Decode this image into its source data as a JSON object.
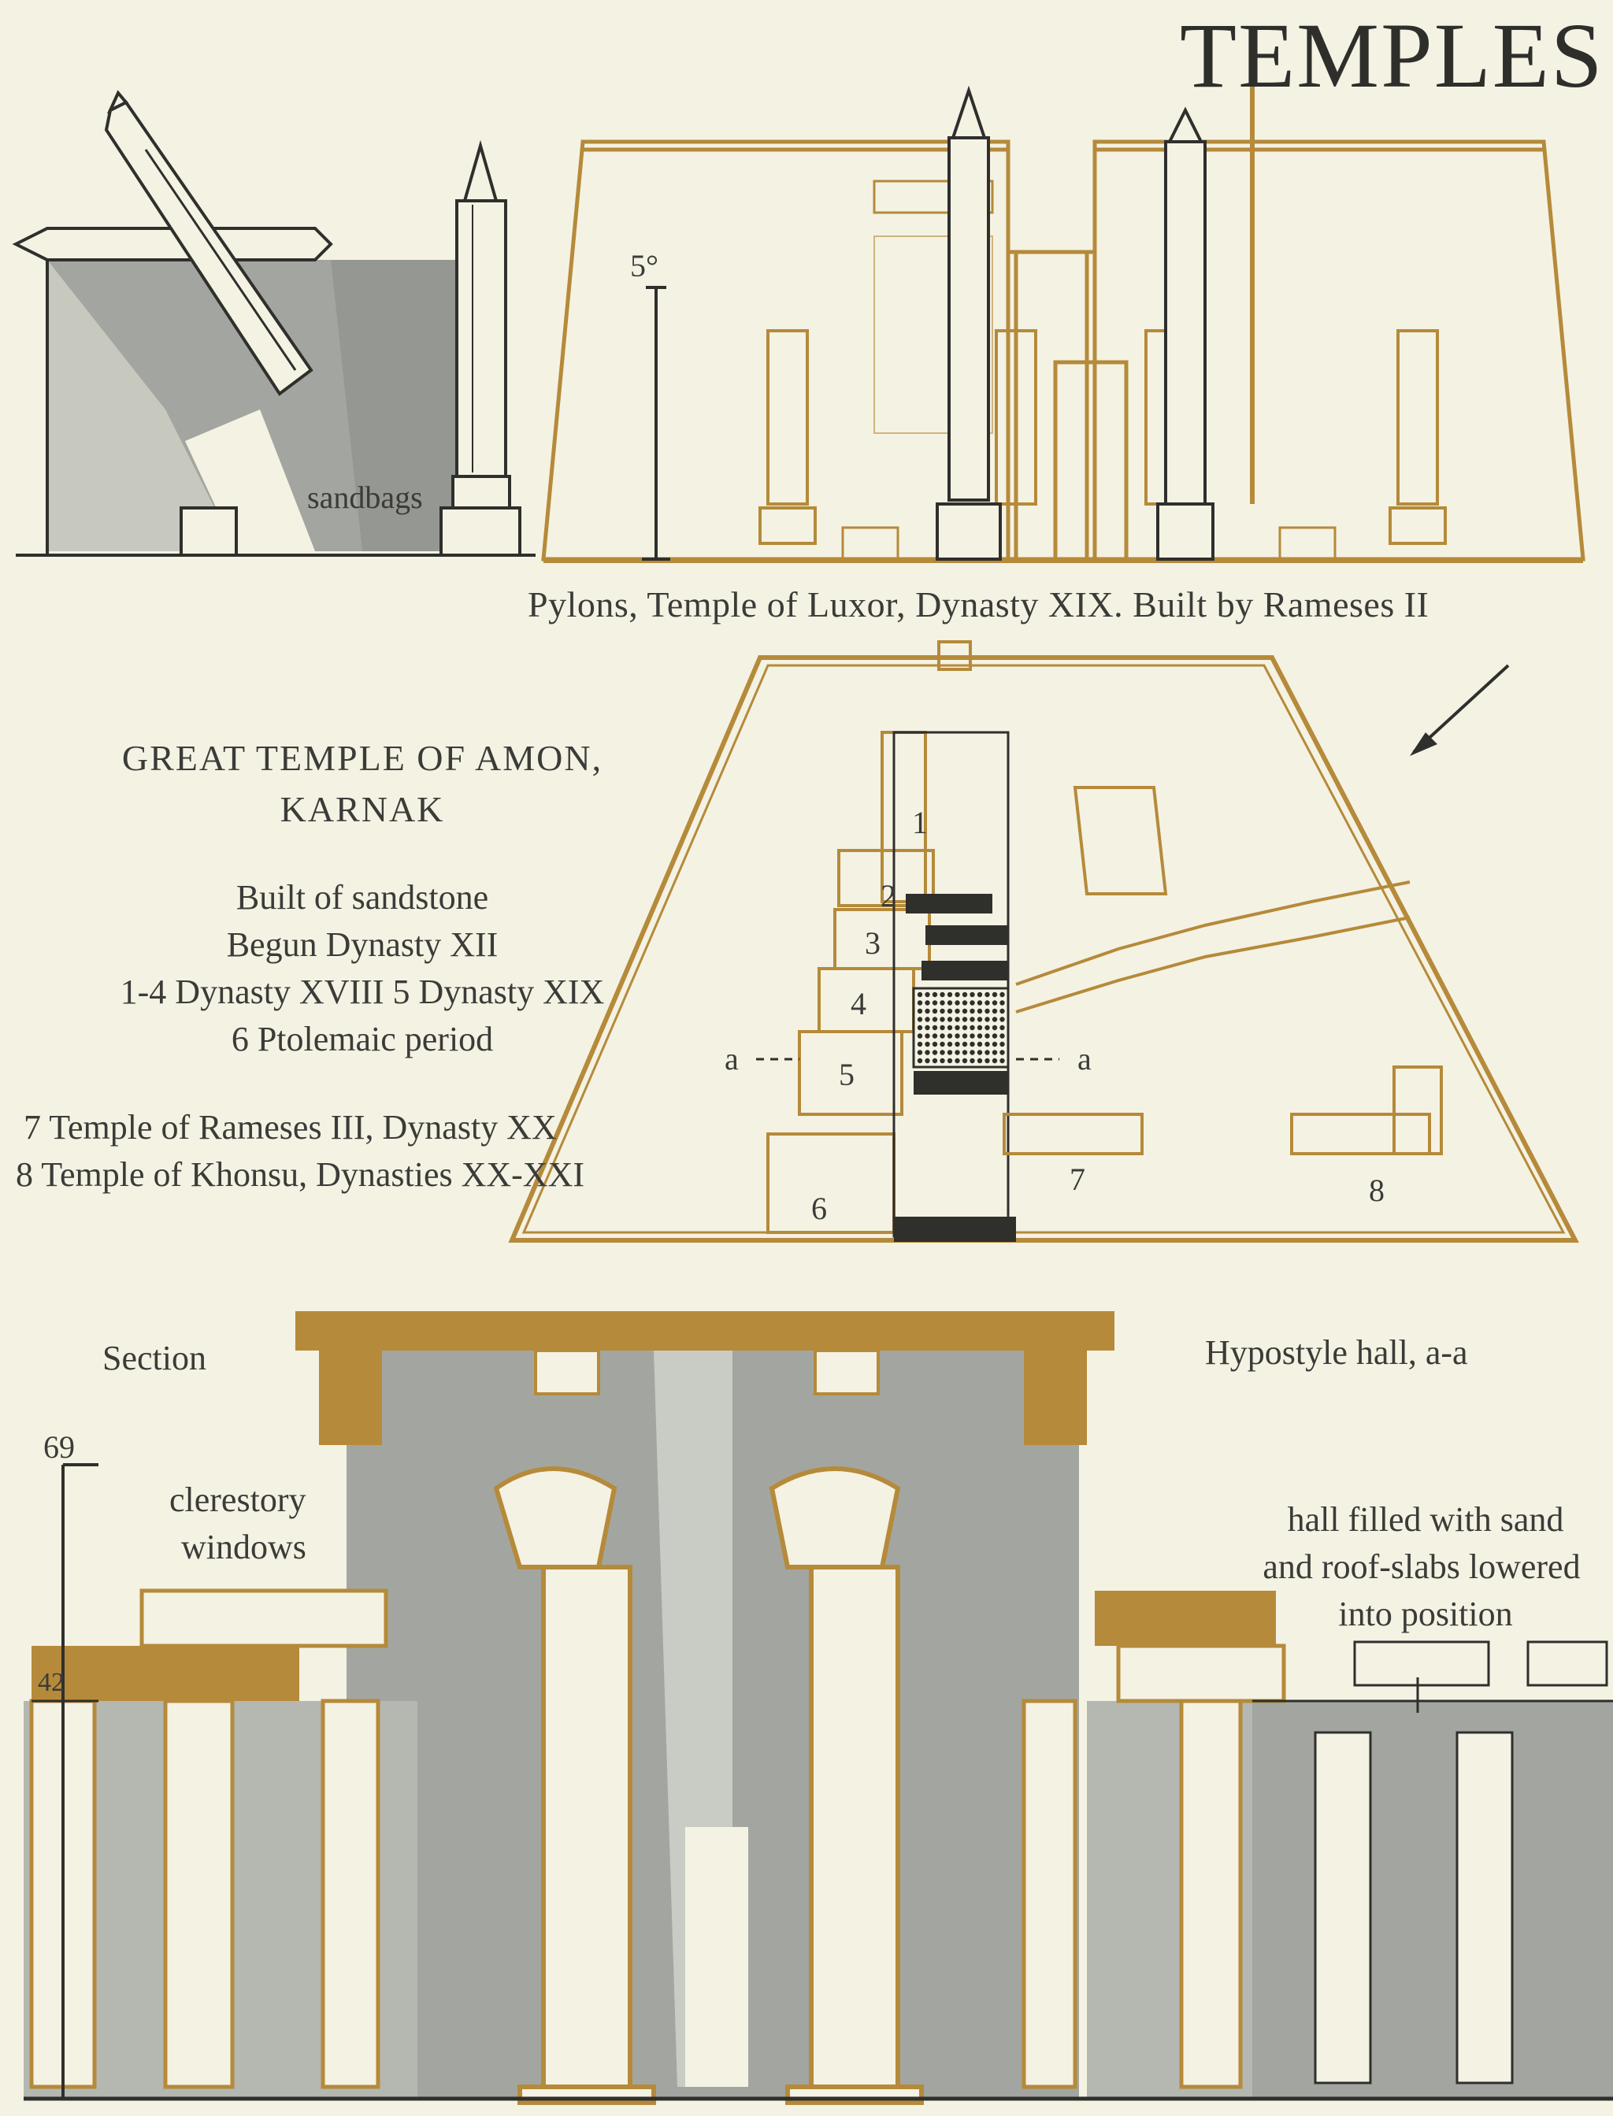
{
  "title": "TEMPLES",
  "obelisk": {
    "label": "sandbags"
  },
  "luxor": {
    "scale_label": "5°",
    "caption": "Pylons, Temple of Luxor, Dynasty XIX. Built by Rameses II"
  },
  "karnak": {
    "heading_line1": "GREAT TEMPLE OF AMON,",
    "heading_line2": "KARNAK",
    "notes": [
      "Built of sandstone",
      "Begun Dynasty XII",
      "1-4 Dynasty XVIII 5 Dynasty XIX",
      "6 Ptolemaic period"
    ],
    "legend": [
      "7 Temple of Rameses III, Dynasty XX",
      "8 Temple of Khonsu, Dynasties XX-XXI"
    ],
    "plan_numbers": [
      "1",
      "2",
      "3",
      "4",
      "5",
      "6",
      "7",
      "8"
    ],
    "section_marker": "a"
  },
  "hypostyle": {
    "section_label": "Section",
    "hall_label": "Hypostyle hall, a-a",
    "height_69": "69",
    "height_42": "42",
    "clerestory": [
      "clerestory",
      "windows"
    ],
    "construction_note": [
      "hall filled with sand",
      "and roof-slabs lowered",
      "into position"
    ]
  },
  "colors": {
    "gold": "#b58a3a",
    "gray": "#a3a6a0",
    "ink": "#2f2f2c",
    "paper": "#f4f2e3"
  }
}
